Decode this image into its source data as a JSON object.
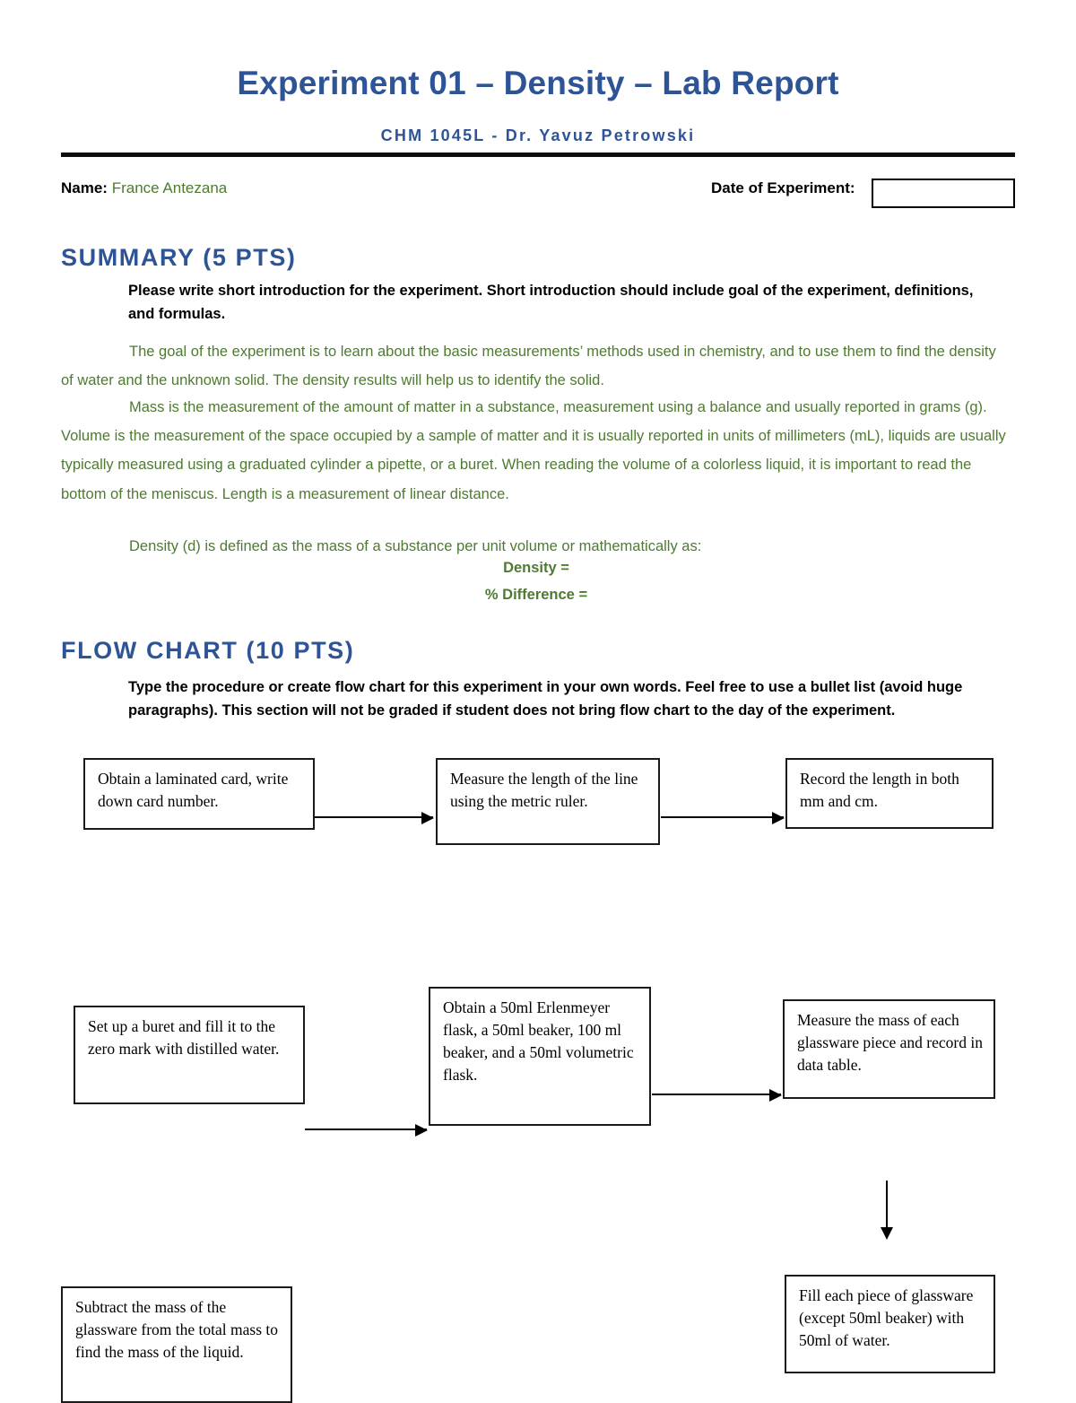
{
  "header": {
    "title": "Experiment 01 – Density – Lab Report",
    "subtitle": "CHM 1045L - Dr. Yavuz Petrowski",
    "name_label": "Name:",
    "name_value": "France Antezana",
    "date_label": "Date of Experiment:",
    "date_value": ""
  },
  "summary": {
    "heading": "SUMMARY (5 PTS)",
    "instruction": "Please write short introduction for the experiment. Short introduction should include goal of the experiment, definitions, and formulas.",
    "paragraph_1": "The goal of the experiment is to learn about the basic measurements’ methods used in chemistry, and to use them to find the density of water and the unknown solid. The density results will help us to identify the solid.",
    "paragraph_2": "Mass is the measurement of the amount of matter in a substance, measurement using a balance and usually reported in grams (g). Volume is the measurement of the space occupied by a sample of matter and it is usually reported in units of millimeters (mL), liquids are usually typically measured using a graduated cylinder a pipette, or a buret. When reading the volume of a colorless liquid, it is important to read the bottom of the meniscus. Length is a measurement of linear distance.",
    "paragraph_3": "Density (d) is defined as the mass of a substance per unit volume or mathematically as:",
    "formula_density": "Density =",
    "formula_difference": "% Difference ="
  },
  "flow_chart": {
    "heading": "FLOW CHART (10 PTS)",
    "instruction": "Type the procedure or create flow chart for this experiment in your own words. Feel free to use a bullet list (avoid huge paragraphs). This section will not be graded if student does not bring flow chart to the day of the experiment.",
    "boxes": [
      {
        "id": "box-1",
        "text": "Obtain a laminated card, write down card number."
      },
      {
        "id": "box-2",
        "text": "Measure the length of the line using the metric ruler."
      },
      {
        "id": "box-3",
        "text": "Record the length in both mm and cm."
      },
      {
        "id": "box-4",
        "text": "Set up a buret and fill it to the zero mark with distilled water."
      },
      {
        "id": "box-5",
        "text": "Obtain a 50ml Erlenmeyer flask, a 50ml beaker, 100 ml beaker, and a 50ml volumetric flask."
      },
      {
        "id": "box-6",
        "text": "Measure the mass of each glassware piece and record in data table."
      },
      {
        "id": "box-7",
        "text": "Subtract the mass of the glassware from the total mass to find the mass of the liquid."
      },
      {
        "id": "box-8",
        "text": "Fill each piece of glassware (except 50ml beaker) with 50ml of water."
      }
    ]
  },
  "colors": {
    "heading_blue": "#2E5496",
    "body_green": "#4E7A32",
    "rule_black": "#0D0D0D",
    "box_border": "#1A1A1A"
  }
}
